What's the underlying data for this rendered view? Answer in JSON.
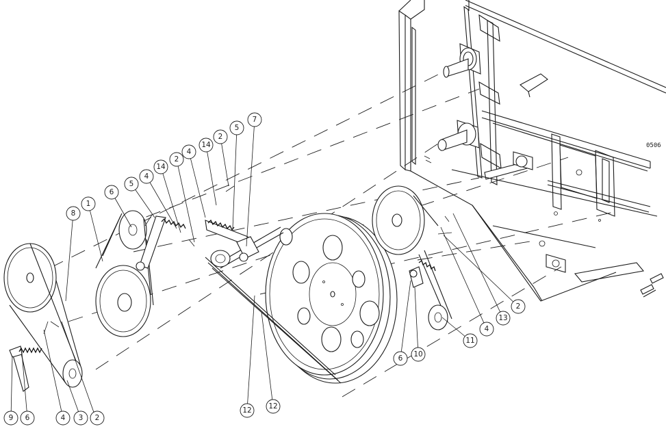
{
  "drawing_code": "0506",
  "callouts": [
    {
      "id": "c-8a",
      "label": "8"
    },
    {
      "id": "c-1",
      "label": "1"
    },
    {
      "id": "c-6a",
      "label": "6"
    },
    {
      "id": "c-5a",
      "label": "5"
    },
    {
      "id": "c-4a",
      "label": "4"
    },
    {
      "id": "c-14a",
      "label": "14"
    },
    {
      "id": "c-2a",
      "label": "2"
    },
    {
      "id": "c-4b",
      "label": "4"
    },
    {
      "id": "c-14b",
      "label": "14"
    },
    {
      "id": "c-2b",
      "label": "2"
    },
    {
      "id": "c-5b",
      "label": "5"
    },
    {
      "id": "c-7",
      "label": "7"
    },
    {
      "id": "c-9",
      "label": "9"
    },
    {
      "id": "c-6b",
      "label": "6"
    },
    {
      "id": "c-4c",
      "label": "4"
    },
    {
      "id": "c-3",
      "label": "3"
    },
    {
      "id": "c-2c",
      "label": "2"
    },
    {
      "id": "c-12a",
      "label": "12"
    },
    {
      "id": "c-12b",
      "label": "12"
    },
    {
      "id": "c-6c",
      "label": "6"
    },
    {
      "id": "c-10",
      "label": "10"
    },
    {
      "id": "c-11",
      "label": "11"
    },
    {
      "id": "c-4d",
      "label": "4"
    },
    {
      "id": "c-13",
      "label": "13"
    },
    {
      "id": "c-2d",
      "label": "2"
    }
  ]
}
